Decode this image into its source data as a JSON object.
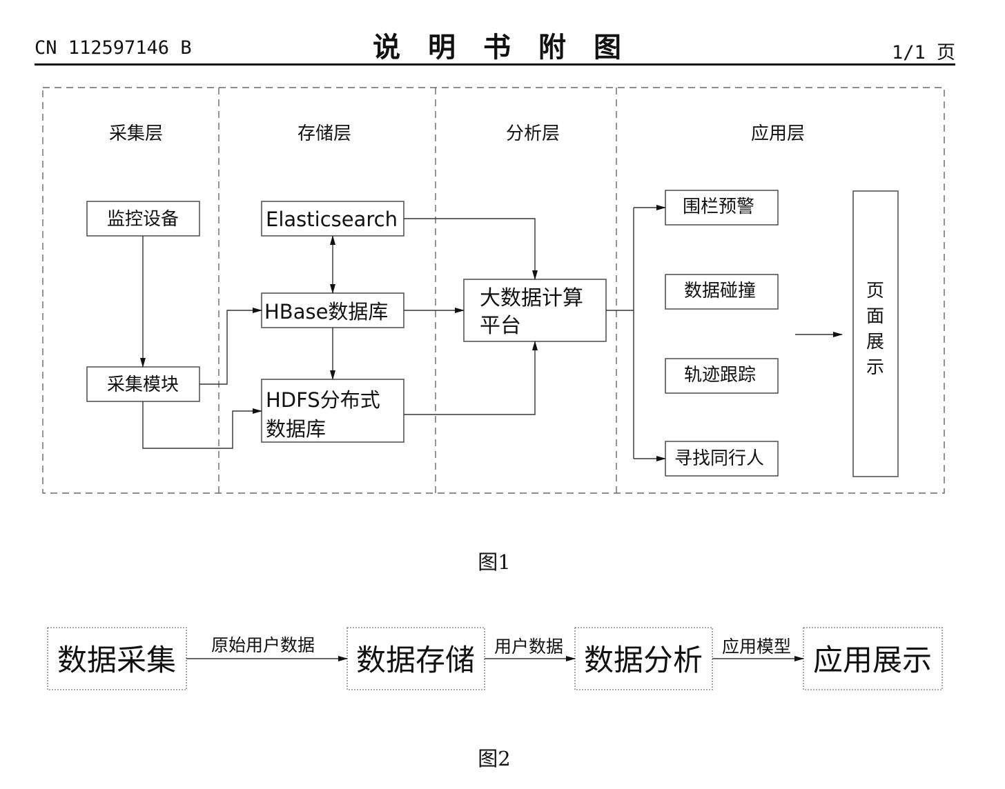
{
  "header": {
    "doc_id": "CN 112597146 B",
    "title": "说明书附图",
    "page": "1/1 页"
  },
  "figure1": {
    "caption": "图1",
    "layers": [
      "采集层",
      "存储层",
      "分析层",
      "应用层"
    ],
    "nodes": {
      "monitor": "监控设备",
      "collect": "采集模块",
      "es": "Elasticsearch",
      "hbase": "HBase数据库",
      "hdfs_line1": "HDFS分布式",
      "hdfs_line2": "数据库",
      "bigdata_line1": "大数据计算",
      "bigdata_line2": "平台",
      "fence": "围栏预警",
      "collision": "数据碰撞",
      "track": "轨迹跟踪",
      "companion": "寻找同行人",
      "display_chars": [
        "页",
        "面",
        "展",
        "示"
      ]
    }
  },
  "figure2": {
    "caption": "图2",
    "boxes": [
      "数据采集",
      "数据存储",
      "数据分析",
      "应用展示"
    ],
    "arrow_labels": [
      "原始用户数据",
      "用户数据",
      "应用模型"
    ]
  }
}
